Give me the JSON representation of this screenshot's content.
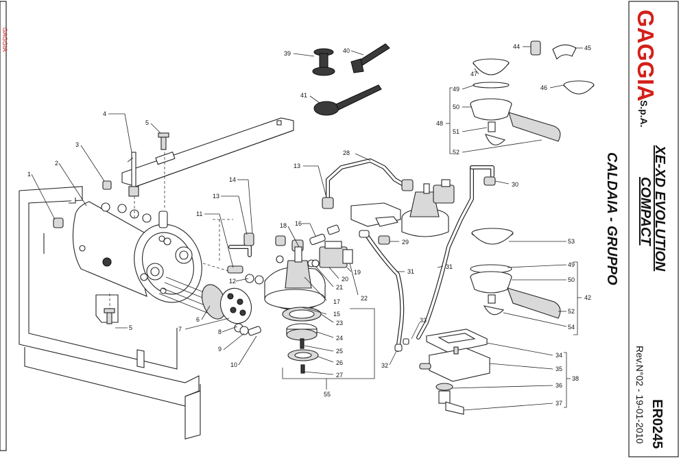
{
  "brand": {
    "name": "GAGGIA",
    "suffix": "S.p.A.",
    "registered": "®"
  },
  "model": {
    "line1": "XE-XD EVOLUTION",
    "line2": "COMPACT"
  },
  "section": "CALDAIA - GRUPPO",
  "doc_code": "ER0245",
  "revision": "Rev.N°02 - 19-01-2010",
  "left_edge_mark": "GAGGIA",
  "callouts": {
    "c1": "1",
    "c2": "2",
    "c3": "3",
    "c4": "4",
    "c5a": "5",
    "c5b": "5",
    "c6": "6",
    "c7": "7",
    "c8": "8",
    "c9": "9",
    "c10": "10",
    "c11": "11",
    "c12": "12",
    "c13a": "13",
    "c13b": "13",
    "c14": "14",
    "c15": "15",
    "c16": "16",
    "c17": "17",
    "c18": "18",
    "c19": "19",
    "c20": "20",
    "c21": "21",
    "c22": "22",
    "c23": "23",
    "c24": "24",
    "c25": "25",
    "c26": "26",
    "c27": "27",
    "c28": "28",
    "c29": "29",
    "c30": "30",
    "c31a": "31",
    "c31b": "31",
    "c32": "32",
    "c33": "33",
    "c34": "34",
    "c35": "35",
    "c36": "36",
    "c37": "37",
    "c38": "38",
    "c39": "39",
    "c40": "40",
    "c41": "41",
    "c42": "42",
    "c44": "44",
    "c45": "45",
    "c46": "46",
    "c47": "47",
    "c48": "48",
    "c49a": "49",
    "c49b": "49",
    "c50a": "50",
    "c50b": "50",
    "c51": "51",
    "c52a": "52",
    "c52b": "52",
    "c53": "53",
    "c54": "54",
    "c55": "55"
  }
}
